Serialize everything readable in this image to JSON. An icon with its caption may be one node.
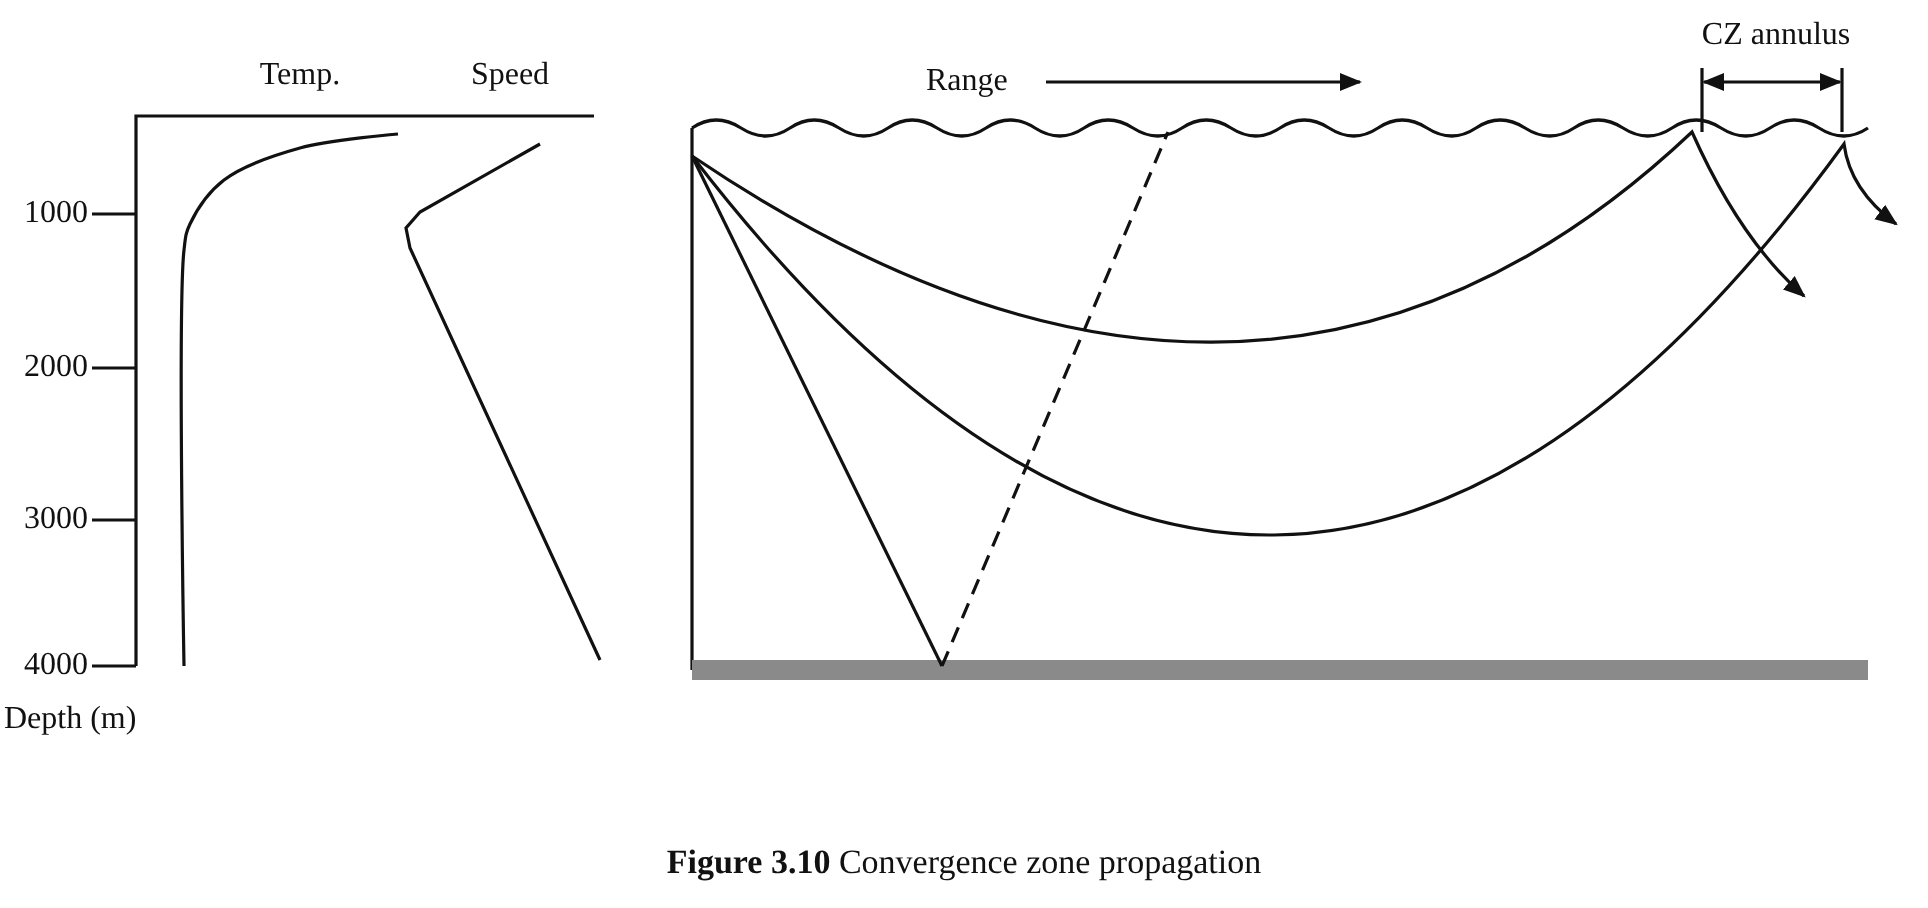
{
  "diagram": {
    "caption": "**Figure 3.10** Convergence zone propagation",
    "labels": [
      "Temp.",
      "Speed",
      "1000",
      "2000",
      "3000",
      "4000",
      "Depth (m)",
      "Range",
      "CZ annulus"
    ]
  }
}
